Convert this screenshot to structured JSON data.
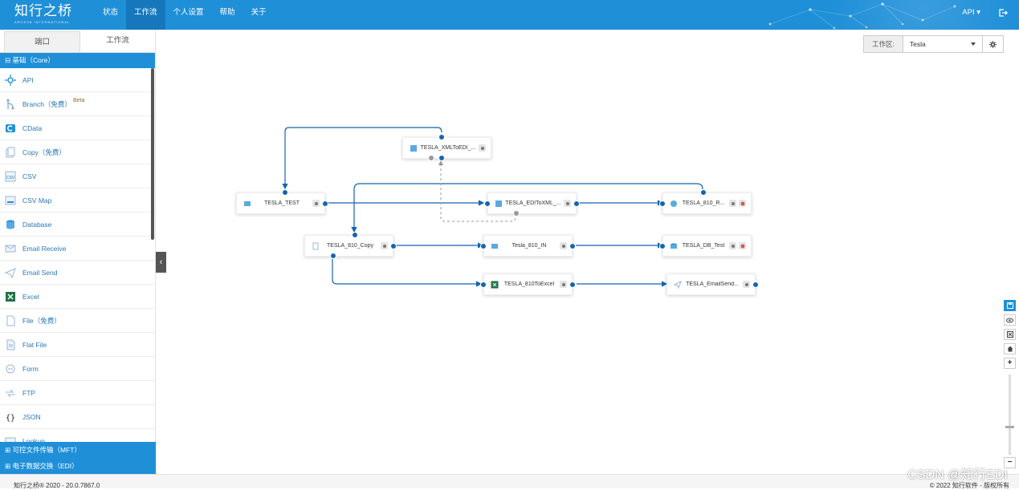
{
  "header": {
    "logo_text": "知行之桥",
    "logo_sub": "ARCESB INTERNATIONAL",
    "nav": [
      "状态",
      "工作流",
      "个人设置",
      "帮助",
      "关于"
    ],
    "active_nav": 1,
    "api_label": "API ▾"
  },
  "sidebar": {
    "tabs": [
      "端口",
      "工作流"
    ],
    "core_group": "⊟ 基础（Core）",
    "items": [
      {
        "label": "API",
        "icon": "api-icon"
      },
      {
        "label": "Branch（免费）",
        "icon": "branch-icon",
        "badge": "Beta"
      },
      {
        "label": "CData",
        "icon": "cdata-icon"
      },
      {
        "label": "Copy（免费）",
        "icon": "copy-icon"
      },
      {
        "label": "CSV",
        "icon": "csv-icon"
      },
      {
        "label": "CSV Map",
        "icon": "csv-map-icon"
      },
      {
        "label": "Database",
        "icon": "database-icon"
      },
      {
        "label": "Email Receive",
        "icon": "email-receive-icon"
      },
      {
        "label": "Email Send",
        "icon": "email-send-icon"
      },
      {
        "label": "Excel",
        "icon": "excel-icon"
      },
      {
        "label": "File（免费）",
        "icon": "file-icon"
      },
      {
        "label": "Flat File",
        "icon": "flat-file-icon"
      },
      {
        "label": "Form",
        "icon": "form-icon"
      },
      {
        "label": "FTP",
        "icon": "ftp-icon"
      },
      {
        "label": "JSON",
        "icon": "json-icon"
      },
      {
        "label": "Lookup",
        "icon": "lookup-icon"
      }
    ],
    "mft_group": "⊞ 可控文件传输（MFT）",
    "edi_group": "⊞ 电子数据交换（EDI）"
  },
  "workspace": {
    "label": "工作区:",
    "value": "Tesla"
  },
  "flow_nodes": {
    "xml_to_edi": "TESLA_XMLToEDI_...",
    "tesla_test": "TESLA_TEST",
    "edi_to_xml": "TESLA_EDIToXML_...",
    "tesla_810_r": "TESLA_810_R...",
    "tesla_810_copy": "TESLA_810_Copy",
    "tesla_810_in": "Tesla_810_IN",
    "tesla_db_test": "TESLA_DB_Test",
    "tesla_810_to_excel": "TESLA_810ToExcel",
    "tesla_email_send": "TESLA_EmailSend..."
  },
  "footer": {
    "left": "知行之桥® 2020 - 20.0.7867.0",
    "right": "© 2022 知行软件 - 版权所有"
  },
  "watermark": "CSDN @知行EDI",
  "colors": {
    "primary": "#1f8fd8",
    "nav_active": "#1677bd",
    "port": "#1565b0",
    "link": "#2878b8"
  }
}
